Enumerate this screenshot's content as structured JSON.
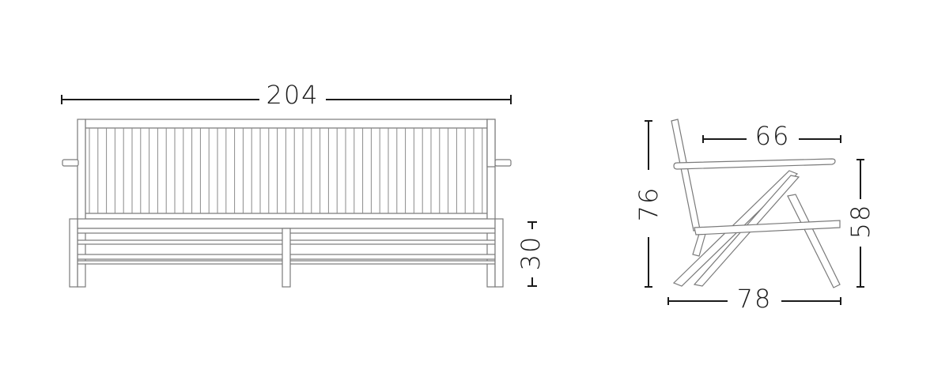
{
  "dimensions": {
    "sofa_width": "204",
    "seat_height": "30",
    "chair_height": "76",
    "chair_inner_depth": "66",
    "chair_arm_height": "58",
    "chair_depth": "78"
  },
  "colors": {
    "dimension": "#1a1a1a",
    "outline": "#7a7a7a",
    "background": "#ffffff"
  }
}
